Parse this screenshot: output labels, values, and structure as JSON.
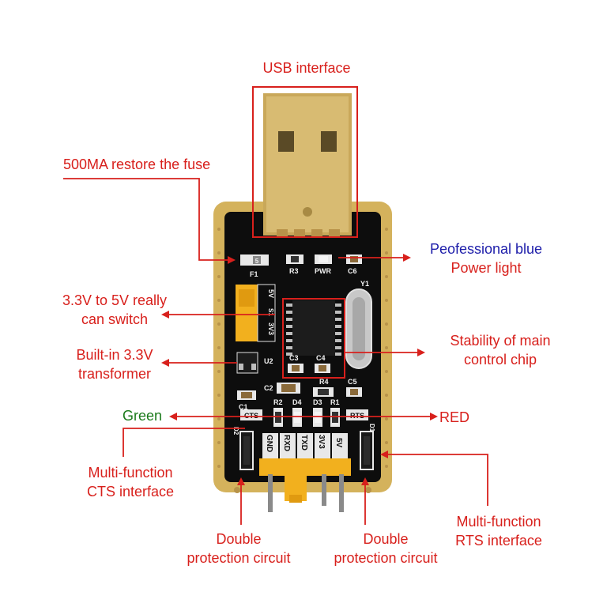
{
  "colors": {
    "annotation_red": "#d8201c",
    "annotation_blue": "#1e1eaa",
    "annotation_green": "#1a7a1a",
    "pcb_black": "#0d0d0d",
    "gold": "#d4b25c",
    "jumper_yellow": "#f2b01e"
  },
  "labels": {
    "usb_interface": "USB interface",
    "fuse": "500MA restore the fuse",
    "power_light_line1": "Peofessional blue",
    "power_light_line2": "Power light",
    "switch_line1": "3.3V to 5V really",
    "switch_line2": "can switch",
    "chip_line1": "Stability of main",
    "chip_line2": "control chip",
    "transformer_line1": "Built-in 3.3V",
    "transformer_line2": "transformer",
    "green": "Green",
    "red": "RED",
    "cts_line1": "Multi-function",
    "cts_line2": "CTS interface",
    "rts_line1": "Multi-function",
    "rts_line2": "RTS interface",
    "protect_left_line1": "Double",
    "protect_left_line2": "protection circuit",
    "protect_right_line1": "Double",
    "protect_right_line2": "protection circuit"
  },
  "silkscreen": {
    "f1": "F1",
    "f1_value": "5",
    "r3": "R3",
    "pwr": "PWR",
    "c6": "C6",
    "y1": "Y1",
    "jumper_5v": "5V",
    "s1": "S1",
    "jumper_3v3": "3V3",
    "u2": "U2",
    "c3": "C3",
    "c4": "C4",
    "c2": "C2",
    "r4": "R4",
    "c5": "C5",
    "c1": "C1",
    "r2": "R2",
    "d4": "D4",
    "d3": "D3",
    "r1": "R1",
    "cts": "CTS",
    "rts": "RTS",
    "d2": "D2",
    "d1": "D1",
    "pins": [
      "GND",
      "RXD",
      "TXD",
      "3V3",
      "5V"
    ]
  }
}
